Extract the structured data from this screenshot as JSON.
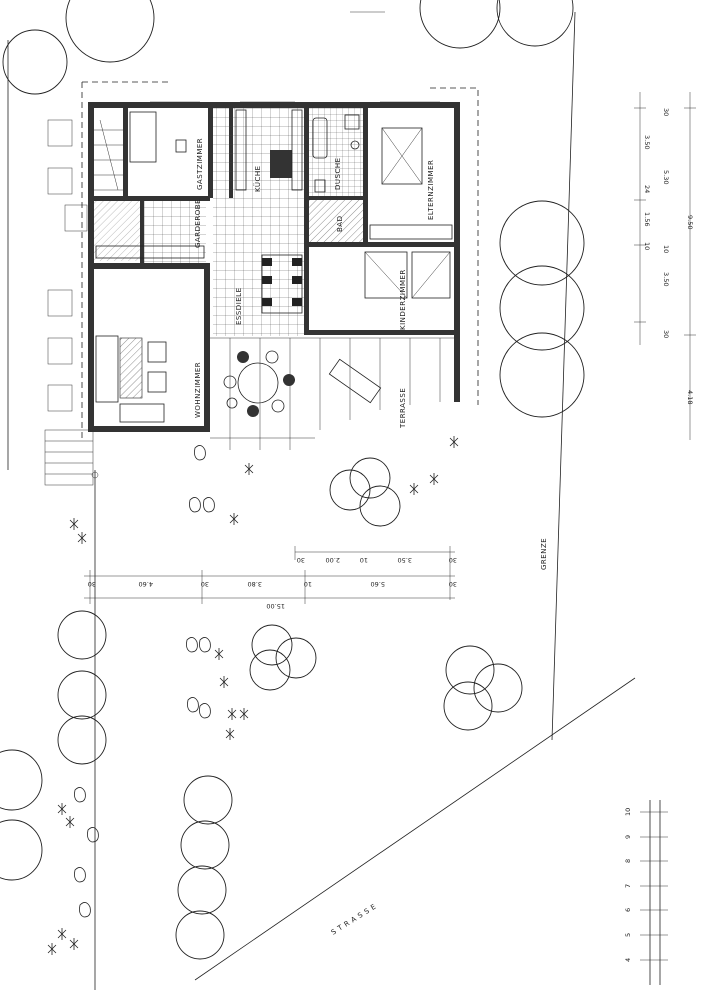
{
  "rooms": {
    "gastzimmer": "GASTZIMMER",
    "kueche": "KÜCHE",
    "bad": "BAD",
    "dusche": "DUSCHE",
    "elternzimmer": "ELTERNZIMMER",
    "garderobe": "GARDEROBE",
    "essdiele": "ESSDIELE",
    "kinderzimmer": "KINDERZIMMER",
    "wohnzimmer": "WOHNZIMMER",
    "terrasse": "TERRASSE"
  },
  "site": {
    "grenze": "GRENZE",
    "strasse": "S T R A S S E"
  },
  "dimensions_right": {
    "d30a": "30",
    "d350a": "3.50",
    "d24": "24",
    "d530": "5.30",
    "d10a": "10",
    "d156": "1.56",
    "d950": "9.50",
    "d10b": "10",
    "d350b": "3.50",
    "d30b": "30",
    "d418": "4.18"
  },
  "dimensions_bottom": {
    "d30a": "30",
    "d200": "2.00",
    "d10a": "10",
    "d350": "3.50",
    "d30b": "30",
    "d30c": "30",
    "d460": "4.60",
    "d30d": "30",
    "d380": "3.80",
    "d10b": "10",
    "d560": "5.60",
    "d30e": "30",
    "d1500": "15.00"
  },
  "scale": [
    "4",
    "5",
    "6",
    "7",
    "8",
    "9",
    "10"
  ]
}
